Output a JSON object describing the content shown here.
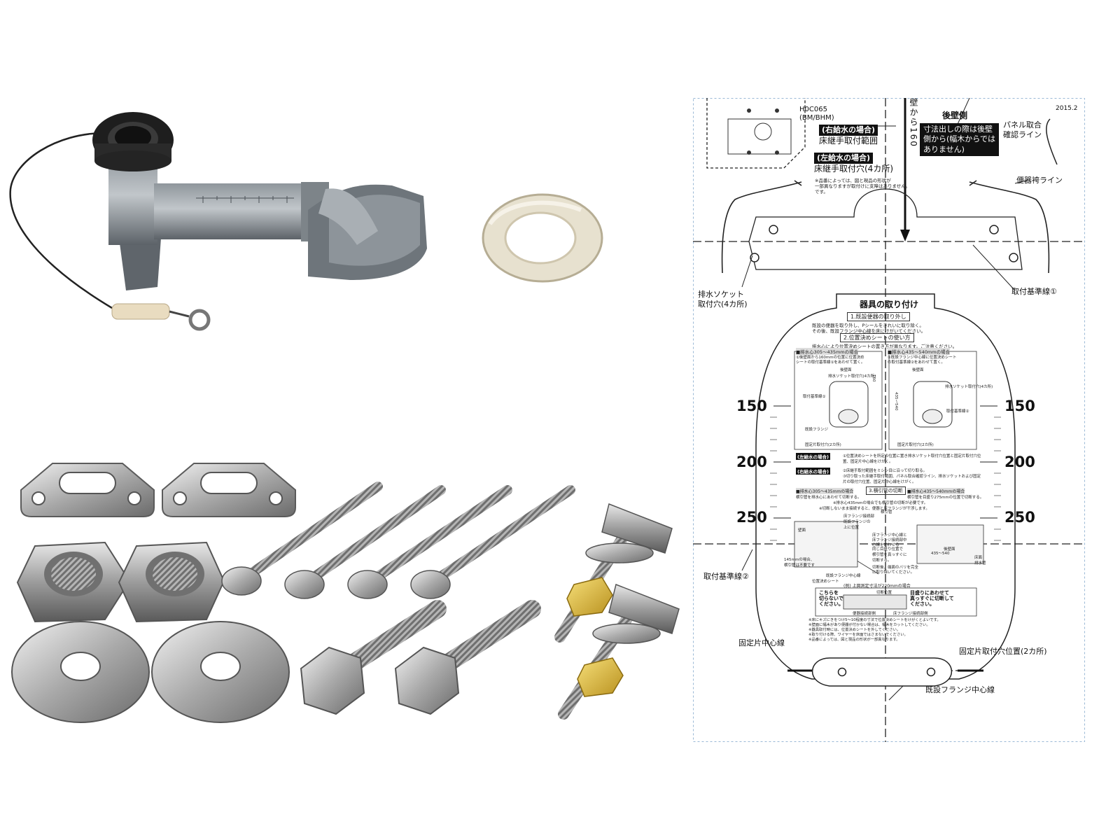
{
  "sheet": {
    "model": "H0C065",
    "model_sub": "(BM/BHM)",
    "date": "2015.2",
    "right_supply": "(右給水の場合)",
    "right_supply_desc": "床継手取付範囲",
    "left_supply": "(左給水の場合)",
    "left_supply_desc": "床継手取付穴(4カ所)",
    "note_small_1": "※品番によっては、図と現品の形状が",
    "note_small_2": "一部異なりますが取付けに支障はありません。",
    "note_small_3": "です。",
    "wall_distance": "壁から160",
    "back_wall": "後壁側",
    "measure_note_1": "寸法出しの際は後壁",
    "measure_note_2": "側から(幅木からでは",
    "measure_note_3": "ありません)",
    "panel_line_1": "パネル取合",
    "panel_line_2": "確認ライン",
    "bowl_line": "便器袴ライン",
    "drain_socket_1": "排水ソケット",
    "drain_socket_2": "取付穴(4カ所)",
    "ref_line_1": "取付基準線①",
    "ref_line_2": "取付基準線②",
    "fix_center": "固定片中心線",
    "fix_holes": "固定片取付穴位置(2カ所)",
    "flange_center": "既設フランジ中心線",
    "scale_labels": [
      "150",
      "200",
      "250"
    ],
    "sheet_title": "器具の取り付け",
    "step1": "1.既設便器の取り外し",
    "step1_text_1": "既設の便器を取り外し、Pシールをきれいに取り除く。",
    "step1_text_2": "その後、既設フランジ中心線を床にけがいてください。",
    "step2": "2.位置決めシートの使い方",
    "step2_text": "排水心により位置決めシートの置き方が異なります。ご注意ください。",
    "case_a": "■排水心305〜435mmの場合",
    "case_b": "■排水心435〜540mmの場合",
    "case_a_text_1": "①後壁面から160mmの位置に位置決め",
    "case_a_text_2": "シートの取付基準線①をあわせて置く。",
    "case_b_text_1": "①既設フランジ中心線に位置決めシート",
    "case_b_text_2": "の取付基準線②をあわせて置く。",
    "back_wall_small": "後壁面",
    "socket_holes_small": "排水ソケット取付穴(4カ所)",
    "ref1_small": "取付基準線①",
    "ref2_small": "取付基準線②",
    "flange_small": "既設フランジ",
    "fix_small": "固定片取付穴(2カ所)",
    "dim_160": "160",
    "dim_435": "435〜540",
    "left_case_tag": "(左給水の場合)",
    "right_case_tag": "(右給水の場合)",
    "left_case_text": "①位置決めシートを所定の位置に置き排水ソケット取付穴位置と固定片取付穴位置、固定片中心線をけがく。",
    "right_case_text_1": "②床継手取付範囲をミシン目に沿って切り取る。",
    "right_case_text_2": "③切り取った床継手取付範囲、パネル取合確認ライン、排水ソケットおよび固定片の取付穴位置、固定片中心線をけがく。",
    "step3": "3.横引管の切断",
    "case_c": "■排水心305〜435mmの場合",
    "case_d": "■排水心435〜540mmの場合",
    "case_c_text": "横引管を排水心にあわせて切断する。",
    "case_d_text": "横引管を目盛り275mmの位置で切断する。",
    "cut_note_1": "※排水心435mmの場合でも横引管の切断が必要です。",
    "cut_note_2": "※切断しないまま接続すると、便器と床フランジが干渉します。",
    "wall_small": "壁面",
    "flange_conn_1": "床フランジ接続部",
    "flange_conn_2": "既設フランジの",
    "flange_conn_3": "上に位置",
    "cross_pipe": "横引管",
    "same_scale_1": "同じ目盛り位置で",
    "same_scale_2": "横引管を真っすぐに",
    "same_scale_3": "切断する。",
    "flange_mid_1": "床フランジ中心線と",
    "flange_mid_2": "床フランジ接続部中",
    "flange_mid_3": "心線をあわせる",
    "burr_1": "切断後、端面のバリを完全",
    "burr_2": "に取り除いてください。",
    "mm145_1": "145mmの場合、",
    "mm145_2": "横引管は不要です",
    "pos_sheet": "位置決めシート",
    "existing_flange_small": "既設フランジ中心線",
    "example": "(例) 上図測定寸法が220mmの場合",
    "cut_pos": "切断位置",
    "dont_cut_1": "こちらを",
    "dont_cut_2": "切らないで",
    "dont_cut_3": "ください。",
    "cut_straight_1": "目盛りにあわせて",
    "cut_straight_2": "真っすぐに切断して",
    "cut_straight_3": "ください。",
    "bowl_conn": "便器接続部側",
    "floor_conn": "床フランジ接続部側",
    "bottom_note_1": "※床にキズにきをつけ5〜10程度の寸法で位置決めシートをけがくとよいです。",
    "bottom_note_2": "※壁面に幅木があり便器が付かない場合は、幅木をカットしてください。",
    "bottom_note_3": "※器具取付時には、位置決めシートを外してください。",
    "bottom_note_4": "※取り付ける際、ワイヤーを床面ではさまないでください。",
    "bottom_note_5": "※品番によっては、図と現品の形状が一部異なります。",
    "right_small_1": "後壁面",
    "right_small_2": "435〜540",
    "right_small_3": "床面",
    "right_small_4": "排水管"
  }
}
